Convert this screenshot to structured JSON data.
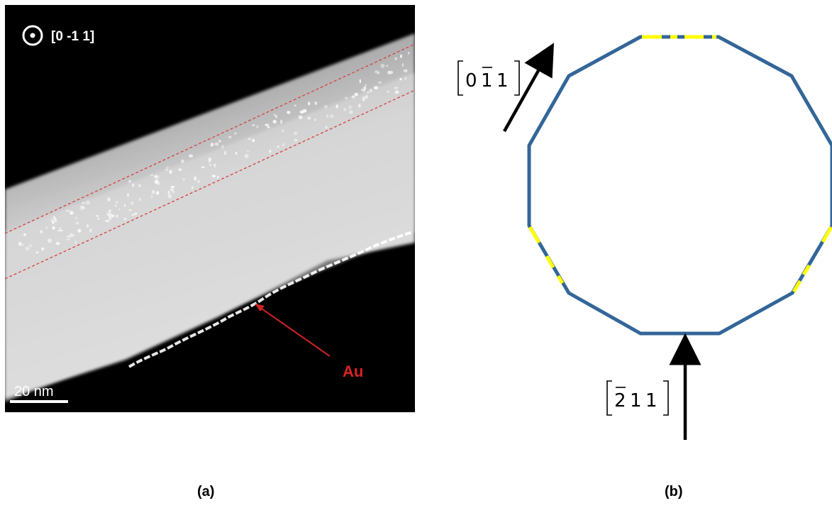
{
  "panel_a": {
    "zone_axis_symbol": "⊙",
    "zone_axis_label": "[0 -1 1]",
    "scale_bar_label": "20 nm",
    "annotation_label": "Au",
    "caption": "(a)"
  },
  "panel_b": {
    "direction_top": {
      "bracket_open": "[",
      "digits": [
        "0",
        "1",
        "1"
      ],
      "overbar_on": [
        1
      ],
      "bracket_close": "]"
    },
    "direction_bottom": {
      "bracket_open": "[",
      "digits": [
        "2",
        "1",
        "1"
      ],
      "overbar_on": [
        0
      ],
      "bracket_close": "]"
    },
    "caption": "(b)"
  },
  "colors": {
    "outline": "#336699",
    "highlight": "#ffff00",
    "annotation": "#cc2222",
    "arrow": "#000000"
  }
}
